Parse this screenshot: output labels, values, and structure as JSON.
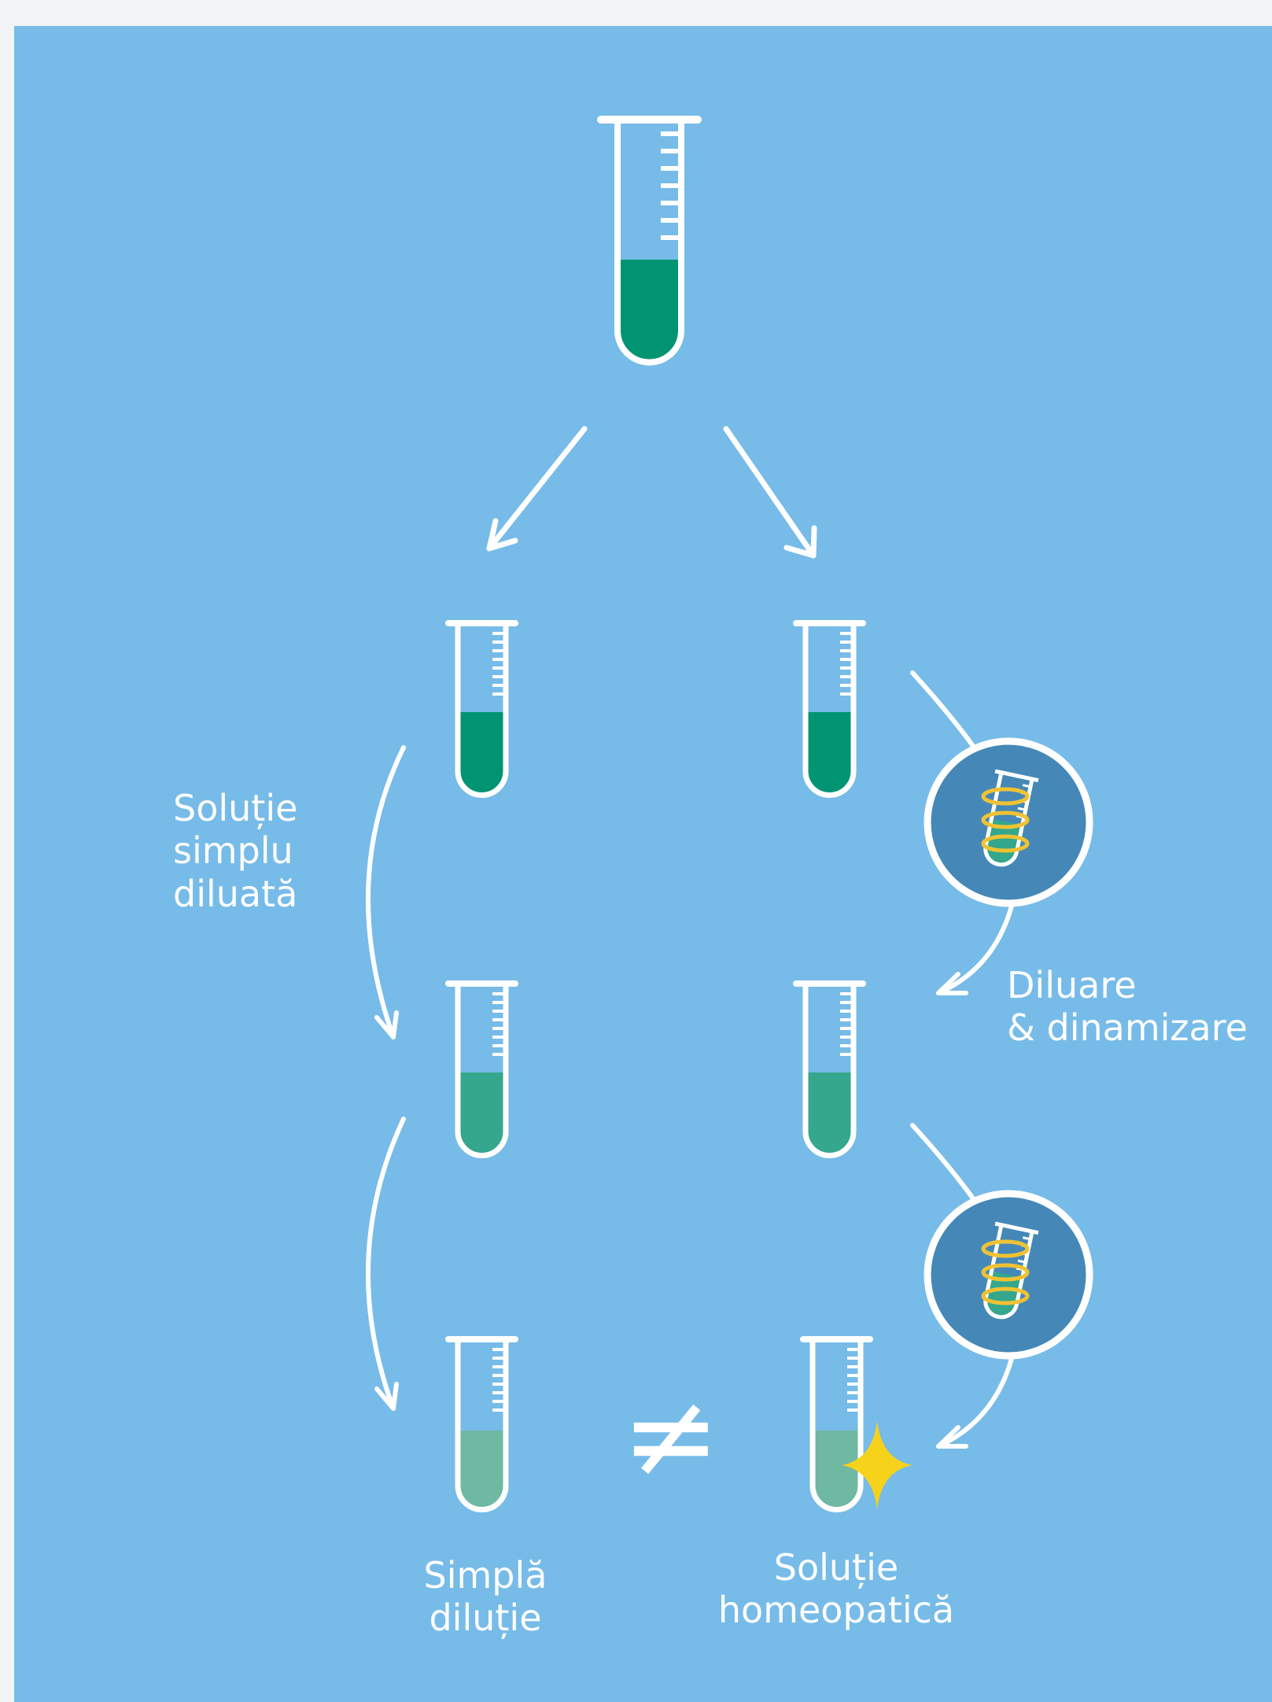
{
  "colors": {
    "page_background": "#f2f3f5",
    "panel_background": "#77bbe8",
    "outline": "#ffffff",
    "fill_dark": "#009472",
    "fill_mid": "#34a78c",
    "fill_light": "#6fb8a2",
    "lens_background": "#4588b8",
    "spiral": "#f0c233",
    "sparkle": "#f7d21a"
  },
  "labels": {
    "simple_diluted_solution": [
      "Soluție",
      "simplu",
      "diluată"
    ],
    "dilution_dynamization": [
      "Diluare",
      "& dinamizare"
    ],
    "simple_dilution": [
      "Simplă",
      "diluție"
    ],
    "homeopathic_solution": [
      "Soluție",
      "homeopatică"
    ],
    "not_equal_sign": "≠"
  },
  "icons": {
    "test_tube": "test-tube-icon",
    "dynamization": "shaking-test-tube-icon",
    "sparkle": "sparkle-icon",
    "arrow": "arrow-icon"
  }
}
